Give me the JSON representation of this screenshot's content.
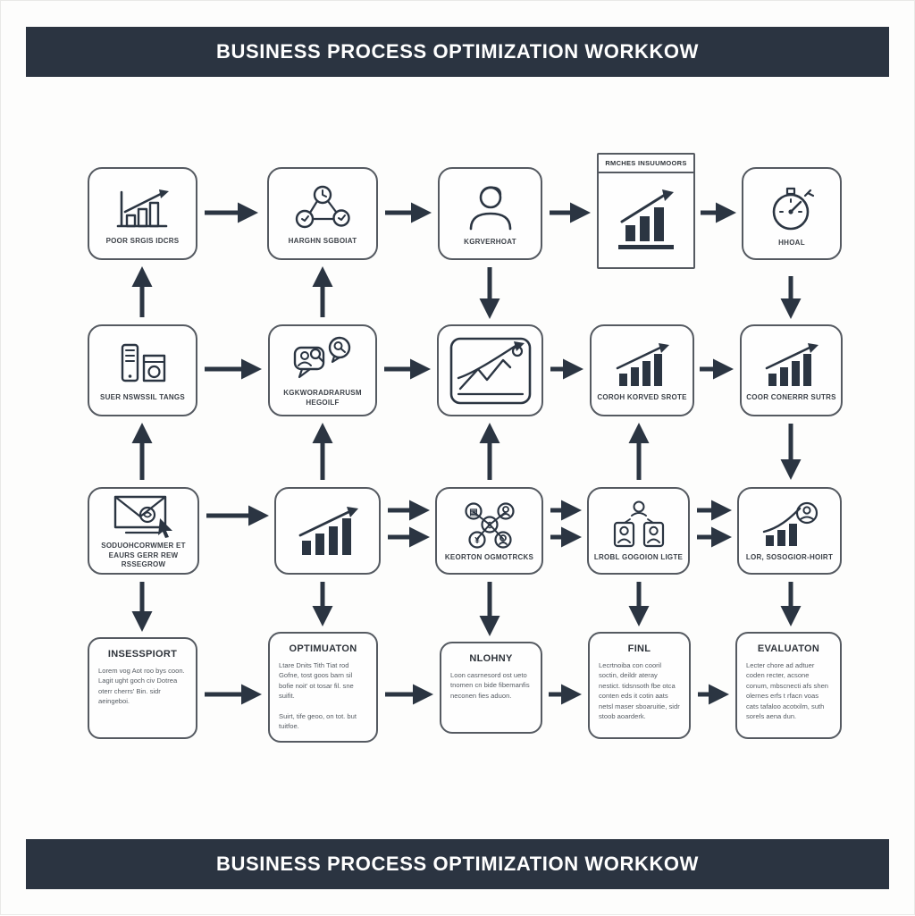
{
  "header": {
    "title": "BUSINESS PROCESS OPTIMIZATION WORKKOW"
  },
  "footer": {
    "title": "BUSINESS PROCESS OPTIMIZATION WORKKOW"
  },
  "colors": {
    "ink": "#2b3542",
    "box_border": "#555a61",
    "bar_background": "#2b3441"
  },
  "nodes": {
    "r1c1": {
      "label": "POOR SRGIS IDCRS",
      "icon": "bar-chart-axis-growth-icon"
    },
    "r1c2": {
      "label": "HARGHN SGBOIAT",
      "icon": "process-network-icon"
    },
    "r1c3": {
      "label": "KGRVERHOAT",
      "icon": "person-bust-icon"
    },
    "r1c4": {
      "label": "RMCHES INSUUMOORS",
      "icon": "report-document-chart-icon"
    },
    "r1c5": {
      "label": "HHOAL",
      "icon": "gauge-stopwatch-icon"
    },
    "r2c1": {
      "label": "SUER NSWSSIL TANGS",
      "icon": "phone-appliance-icon"
    },
    "r2c2": {
      "label": "KGKWORADRARUSM HEGOILF",
      "icon": "chat-search-icon"
    },
    "r2c3": {
      "label": "",
      "icon": "picture-trend-chart-icon"
    },
    "r2c4": {
      "label": "COROH KORVED SROTE",
      "icon": "growth-bars-icon"
    },
    "r2c5": {
      "label": "COOR CONERRR SUTRS",
      "icon": "growth-bars-icon"
    },
    "r3c1": {
      "label": "SODUOHCORWMER ET EAURS GERR REW RSSEGROW",
      "icon": "email-cursor-icon"
    },
    "r3c2": {
      "label": "",
      "icon": "growth-bars-icon"
    },
    "r3c3": {
      "label": "KEORTON OGMOTRCKS",
      "icon": "network-people-icon"
    },
    "r3c4": {
      "label": "LROBL GOGOION LIGTE",
      "icon": "people-cards-icon"
    },
    "r3c5": {
      "label": "LOR, SOSOGIOR-HOIRT",
      "icon": "person-analytics-icon"
    }
  },
  "stages": {
    "s1": {
      "title": "INSESSPIORT",
      "body": "Lorem vog Aot roo bys coon. Lagit ught goch civ Dotrea oterr cherrs' Bin. sidr aeingeboi."
    },
    "s2": {
      "title": "OPTIMUATON",
      "body": "Ltare Dnits Tith Tiat rod Gofne, tost goos barn sil bofie noit' ot tosar fil. sne suifit.\n\nSuirt, tife geoo, on tot. but tuitfoe."
    },
    "s3": {
      "title": "NLOHNY",
      "body": "Loon casrnesord ost ueto tnomen cn bide fibemanfis neconen fies aduon."
    },
    "s4": {
      "title": "FINL",
      "body": "Lecrtnoiba con cooril soctin, deildr ateray nestict. tidsnsoth fbe otca conten eds it cotin aats netsl maser sboaruitie, sidr stoob aoarderk."
    },
    "s5": {
      "title": "EVALUATON",
      "body": "Lecter chore ad adtuer coden recter, acsone conum, mbscnecti afs shen olernes erfs t rfacn voas cats tafaloo acotxilm, suth sorels aena dun."
    }
  }
}
